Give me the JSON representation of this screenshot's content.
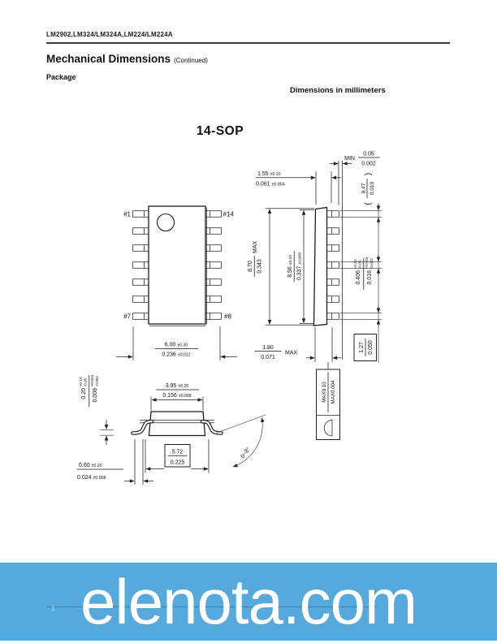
{
  "header": {
    "part_numbers": "LM2902,LM324/LM324A,LM224/LM224A",
    "title": "Mechanical Dimensions",
    "title_suffix": "(Continued)",
    "package_label": "Package",
    "units_note": "Dimensions in millimeters"
  },
  "drawing": {
    "title": "14-SOP",
    "pin_labels": {
      "p1": "#1",
      "p14": "#14",
      "p7": "#7",
      "p8": "#8"
    },
    "angle": "0~8°",
    "dims": {
      "lead_span": {
        "mm": "6.00",
        "mm_tol": "±0.30",
        "in": "0.236",
        "in_tol": "±0.012"
      },
      "overall_length": {
        "mm": "8.70",
        "in": "0.343",
        "qual": "MAX"
      },
      "body_length": {
        "mm": "8.56",
        "mm_tol": "±0.20",
        "in": "0.337",
        "in_tol": "±0.008"
      },
      "body_thickness": {
        "mm": "1.55",
        "mm_tol": "±0.10",
        "in": "0.061",
        "in_tol": "±0.004"
      },
      "standoff": {
        "qual": "MIN",
        "mm": "0.05",
        "in": "0.002"
      },
      "lead_tip": {
        "open": "(",
        "mm": "0.47",
        "in": "0.019",
        "close": ")"
      },
      "lead_width": {
        "mm": "0.406",
        "mm_plus": "+0.10",
        "mm_minus": "-0.05",
        "in": "0.016",
        "in_plus": "+0.004",
        "in_minus": "-0.002"
      },
      "seated_height": {
        "mm": "1.80",
        "in": "0.071",
        "qual": "MAX"
      },
      "pitch": {
        "mm": "1.27",
        "in": "0.050"
      },
      "coplanarity": {
        "mm": "MAX0.10",
        "in": "MAX0.004"
      },
      "body_width": {
        "mm": "3.95",
        "mm_tol": "±0.20",
        "in": "0.156",
        "in_tol": "±0.008"
      },
      "lead_thickness": {
        "mm": "0.20",
        "mm_plus": "+0.10",
        "mm_minus": "-0.05",
        "in": "0.008",
        "in_plus": "+0.004",
        "in_minus": "-0.002"
      },
      "footprint": {
        "mm": "5.72",
        "in": "0.225"
      },
      "foot_length": {
        "mm": "0.60",
        "mm_tol": "±0.20",
        "in": "0.024",
        "in_tol": "±0.008"
      }
    }
  },
  "footer": {
    "watermark": "elenota.com",
    "page_number": "1",
    "banner_color": "#55a9dc"
  }
}
